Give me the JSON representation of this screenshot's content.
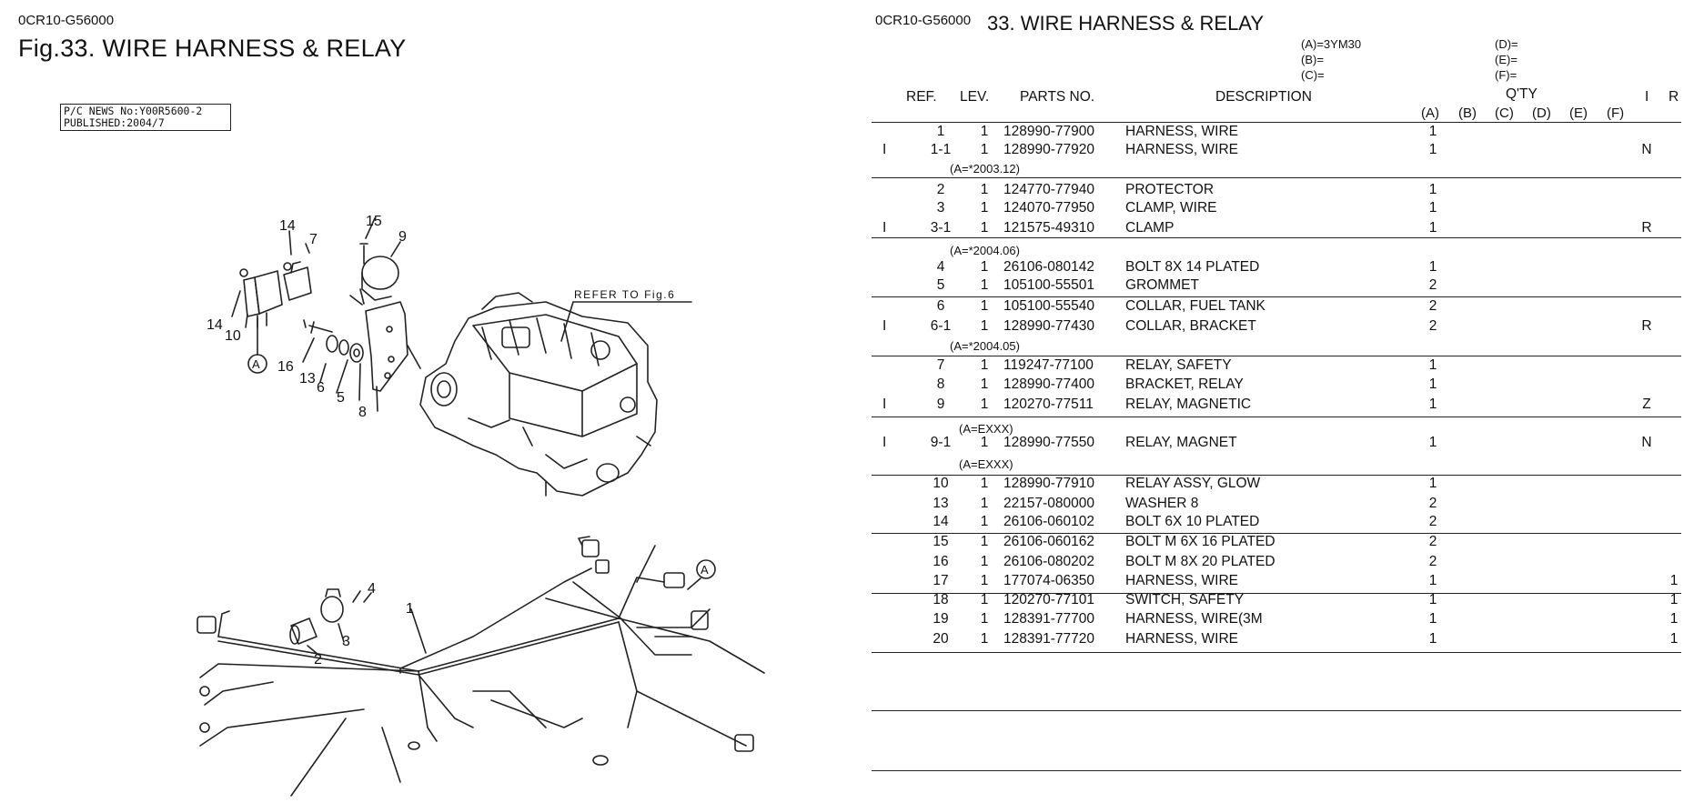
{
  "left": {
    "code": "0CR10-G56000",
    "title": "Fig.33.  WIRE HARNESS & RELAY",
    "news_line1": "P/C NEWS No:Y00R5600-2",
    "news_line2": "PUBLISHED:2004/7",
    "refer": "REFER TO Fig.6",
    "callouts": [
      "14",
      "7",
      "15",
      "9",
      "14",
      "10",
      "A",
      "16",
      "13",
      "6",
      "5",
      "8",
      "1",
      "4",
      "2",
      "3",
      "A"
    ]
  },
  "right": {
    "code": "0CR10-G56000",
    "title": "33.  WIRE HARNESS & RELAY",
    "models": {
      "a": "(A)=3YM30",
      "b": "(B)=",
      "c": "(C)=",
      "d": "(D)=",
      "e": "(E)=",
      "f": "(F)="
    },
    "headers": {
      "ref": "REF.",
      "lev": "LEV.",
      "parts": "PARTS NO.",
      "desc": "DESCRIPTION",
      "qty": "Q'TY",
      "i": "I",
      "r": "R"
    },
    "qty_cols": [
      "(A)",
      "(B)",
      "(C)",
      "(D)",
      "(E)",
      "(F)"
    ],
    "rows": [
      {
        "i": "",
        "ref": "1",
        "lev": "1",
        "parts": "128990-77900",
        "desc": "HARNESS, WIRE",
        "qty": "1",
        "r": "",
        "rr": ""
      },
      {
        "i": "I",
        "ref": "1-1",
        "lev": "1",
        "parts": "128990-77920",
        "desc": "HARNESS, WIRE",
        "qty": "1",
        "r": "N",
        "rr": ""
      },
      {
        "i": "",
        "ref": "2",
        "lev": "1",
        "parts": "124770-77940",
        "desc": "PROTECTOR",
        "qty": "1",
        "r": "",
        "rr": ""
      },
      {
        "i": "",
        "ref": "3",
        "lev": "1",
        "parts": "124070-77950",
        "desc": "CLAMP, WIRE",
        "qty": "1",
        "r": "",
        "rr": ""
      },
      {
        "i": "I",
        "ref": "3-1",
        "lev": "1",
        "parts": "121575-49310",
        "desc": "CLAMP",
        "qty": "1",
        "r": "R",
        "rr": ""
      },
      {
        "i": "",
        "ref": "4",
        "lev": "1",
        "parts": "26106-080142",
        "desc": "BOLT 8X 14 PLATED",
        "qty": "1",
        "r": "",
        "rr": ""
      },
      {
        "i": "",
        "ref": "5",
        "lev": "1",
        "parts": "105100-55501",
        "desc": "GROMMET",
        "qty": "2",
        "r": "",
        "rr": ""
      },
      {
        "i": "",
        "ref": "6",
        "lev": "1",
        "parts": "105100-55540",
        "desc": "COLLAR, FUEL TANK",
        "qty": "2",
        "r": "",
        "rr": ""
      },
      {
        "i": "I",
        "ref": "6-1",
        "lev": "1",
        "parts": "128990-77430",
        "desc": "COLLAR, BRACKET",
        "qty": "2",
        "r": "R",
        "rr": ""
      },
      {
        "i": "",
        "ref": "7",
        "lev": "1",
        "parts": "119247-77100",
        "desc": "RELAY, SAFETY",
        "qty": "1",
        "r": "",
        "rr": ""
      },
      {
        "i": "",
        "ref": "8",
        "lev": "1",
        "parts": "128990-77400",
        "desc": "BRACKET, RELAY",
        "qty": "1",
        "r": "",
        "rr": ""
      },
      {
        "i": "I",
        "ref": "9",
        "lev": "1",
        "parts": "120270-77511",
        "desc": "RELAY, MAGNETIC",
        "qty": "1",
        "r": "Z",
        "rr": ""
      },
      {
        "i": "I",
        "ref": "9-1",
        "lev": "1",
        "parts": "128990-77550",
        "desc": "RELAY, MAGNET",
        "qty": "1",
        "r": "N",
        "rr": ""
      },
      {
        "i": "",
        "ref": "10",
        "lev": "1",
        "parts": "128990-77910",
        "desc": "RELAY ASSY, GLOW",
        "qty": "1",
        "r": "",
        "rr": ""
      },
      {
        "i": "",
        "ref": "13",
        "lev": "1",
        "parts": "22157-080000",
        "desc": "WASHER  8",
        "qty": "2",
        "r": "",
        "rr": ""
      },
      {
        "i": "",
        "ref": "14",
        "lev": "1",
        "parts": "26106-060102",
        "desc": "BOLT 6X 10 PLATED",
        "qty": "2",
        "r": "",
        "rr": ""
      },
      {
        "i": "",
        "ref": "15",
        "lev": "1",
        "parts": "26106-060162",
        "desc": "BOLT M 6X 16 PLATED",
        "qty": "2",
        "r": "",
        "rr": ""
      },
      {
        "i": "",
        "ref": "16",
        "lev": "1",
        "parts": "26106-080202",
        "desc": "BOLT M 8X 20 PLATED",
        "qty": "2",
        "r": "",
        "rr": ""
      },
      {
        "i": "",
        "ref": "17",
        "lev": "1",
        "parts": "177074-06350",
        "desc": "HARNESS, WIRE",
        "qty": "1",
        "r": "",
        "rr": "1"
      },
      {
        "i": "",
        "ref": "18",
        "lev": "1",
        "parts": "120270-77101",
        "desc": "SWITCH, SAFETY",
        "qty": "1",
        "r": "",
        "rr": "1"
      },
      {
        "i": "",
        "ref": "19",
        "lev": "1",
        "parts": "128391-77700",
        "desc": "HARNESS, WIRE(3M",
        "qty": "1",
        "r": "",
        "rr": "1"
      },
      {
        "i": "",
        "ref": "20",
        "lev": "1",
        "parts": "128391-77720",
        "desc": "HARNESS, WIRE",
        "qty": "1",
        "r": "",
        "rr": "1"
      }
    ],
    "notes": [
      "(A=*2003.12)",
      "(A=*2004.06)",
      "(A=*2004.05)",
      "(A=EXXX)",
      "(A=EXXX)"
    ]
  }
}
